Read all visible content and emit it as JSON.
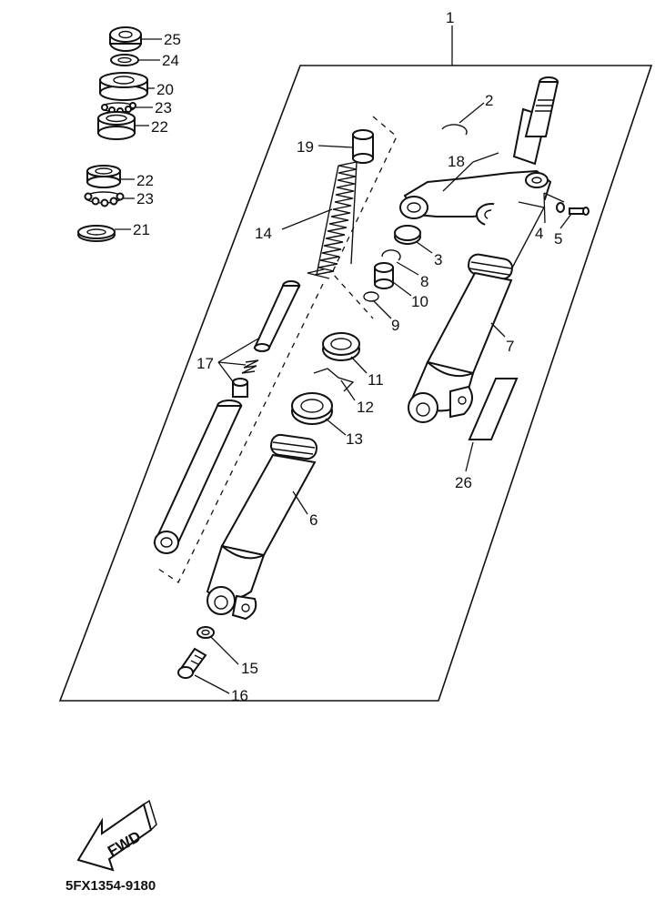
{
  "diagram": {
    "callouts": {
      "c1": "1",
      "c2": "2",
      "c3": "3",
      "c4": "4",
      "c5": "5",
      "c6": "6",
      "c7": "7",
      "c8": "8",
      "c9": "9",
      "c10": "10",
      "c11": "11",
      "c12": "12",
      "c13": "13",
      "c14": "14",
      "c15": "15",
      "c16": "16",
      "c17": "17",
      "c18": "18",
      "c19": "19",
      "c20": "20",
      "c21": "21",
      "c22a": "22",
      "c22b": "22",
      "c23a": "23",
      "c23b": "23",
      "c24": "24",
      "c25": "25",
      "c26": "26"
    },
    "fwd_label": "FWD",
    "part_code": "5FX1354-9180"
  }
}
